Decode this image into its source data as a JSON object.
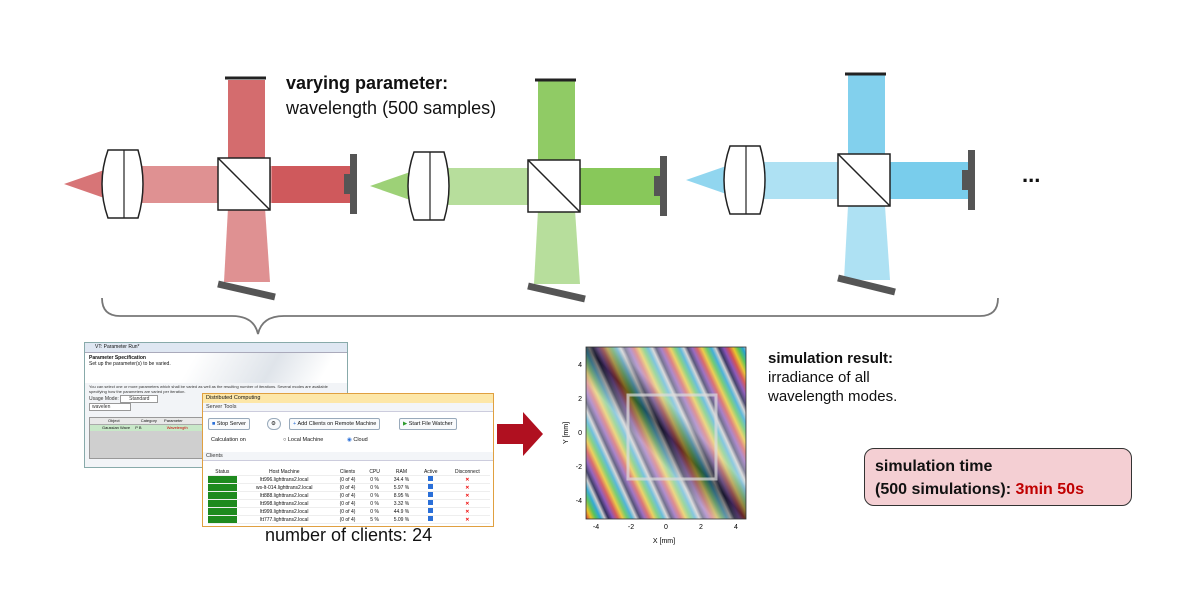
{
  "parameter": {
    "title": "varying parameter:",
    "value": "wavelength (500 samples)"
  },
  "ellipsis": "...",
  "beam_colors": {
    "red": "#c9474a",
    "green": "#7cc24a",
    "blue": "#6cc8ea"
  },
  "clients_count_text": "number of clients: 24",
  "result": {
    "title": "simulation result:",
    "line1": "irradiance of all",
    "line2": "wavelength modes."
  },
  "sim_time": {
    "line1": "simulation time",
    "line2_prefix": "(500 simulations): ",
    "line2_value": "3min 50s"
  },
  "param_window": {
    "title": "VT: Parameter Run*",
    "section": "Parameter Specification",
    "subtitle": "Set up the parameter(s) to be varied.",
    "desc": "You can select one or more parameters which shall be varied as well as the resulting number of iterations. Several modes are available specifying how the parameters are varied per iteration.",
    "usage_label": "Usage Mode:",
    "usage_value": "Standard",
    "filter_value": "wavelen",
    "col_object": "Object",
    "col_category": "Category",
    "col_parameter": "Parameter",
    "row_object": "Gaussian Wave",
    "row_category": "P B",
    "row_parameter": "Wavelength"
  },
  "dist_window": {
    "title": "Distributed Computing",
    "server_tools": "Server Tools",
    "stop_server": "Stop Server",
    "add_clients": "Add Clients on Remote Machine",
    "start_watcher": "Start File Watcher",
    "calc_on": "Calculation on",
    "local_machine": "Local Machine",
    "cloud": "Cloud",
    "clients_section": "Clients",
    "headers": [
      "Status",
      "Host Machine",
      "Clients",
      "CPU",
      "RAM",
      "Active",
      "Disconnect"
    ],
    "rows": [
      {
        "host": "ltt996.lighttrans2.local",
        "clients": "(0 of 4)",
        "cpu": "0 %",
        "ram": "34.4 %"
      },
      {
        "host": "ws-lt-014.lighttrans2.local",
        "clients": "(0 of 4)",
        "cpu": "0 %",
        "ram": "5.97 %"
      },
      {
        "host": "ltt888.lighttrans2.local",
        "clients": "(0 of 4)",
        "cpu": "0 %",
        "ram": "8.95 %"
      },
      {
        "host": "ltt998.lighttrans2.local",
        "clients": "(0 of 4)",
        "cpu": "0 %",
        "ram": "3.32 %"
      },
      {
        "host": "ltt999.lighttrans2.local",
        "clients": "(0 of 4)",
        "cpu": "0 %",
        "ram": "44.9 %"
      },
      {
        "host": "ltt777.lighttrans2.local",
        "clients": "(0 of 4)",
        "cpu": "5 %",
        "ram": "5.09 %"
      }
    ]
  },
  "plot": {
    "xlabel": "X [mm]",
    "ylabel": "Y [mm]",
    "xticks": [
      "-4",
      "-2",
      "0",
      "2",
      "4"
    ],
    "yticks": [
      "4",
      "2",
      "0",
      "-2",
      "-4"
    ]
  }
}
